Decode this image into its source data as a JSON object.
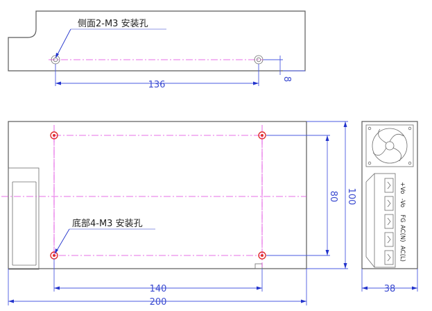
{
  "side_view": {
    "note": "侧面2-M3 安装孔",
    "dim_width": "136",
    "dim_height": "8"
  },
  "bottom_view": {
    "note": "底部4-M3 安装孔",
    "dim_holes_h": "140",
    "dim_overall_h": "200",
    "dim_holes_v": "80",
    "dim_overall_v": "100"
  },
  "end_view": {
    "dim_width": "38",
    "terminals": [
      "+Vo",
      "-Vo",
      "FG",
      "AC(N)",
      "AC(L)"
    ]
  },
  "colors": {
    "outline": "#5a5a5a",
    "dimension": "#4a5ae0",
    "centerline": "#e040e0",
    "hole": "#e03030"
  }
}
